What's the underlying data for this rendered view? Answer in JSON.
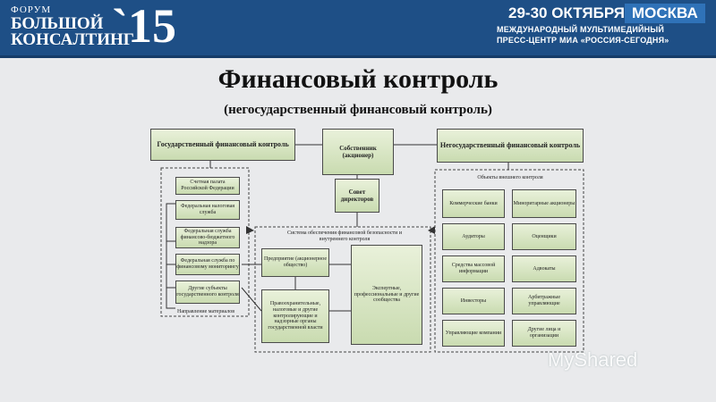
{
  "banner": {
    "forum": "ФОРУМ",
    "line2": "БОЛЬШОЙ",
    "line3": "КОНСАЛТИНГ",
    "number": "`15",
    "dates": "29-30 ОКТЯБРЯ",
    "city": "МОСКВА",
    "sub1": "МЕЖДУНАРОДНЫЙ МУЛЬТИМЕДИЙНЫЙ",
    "sub2": "ПРЕСС-ЦЕНТР МИА «РОССИЯ-СЕГОДНЯ»"
  },
  "title": "Финансовый контроль",
  "subtitle": "(негосударственный финансовый контроль)",
  "diagram": {
    "state_header": "Государственный финансовый контроль",
    "owner": "Собственник (акционер)",
    "nonstate_header": "Негосударственный финансовый контроль",
    "state_items": [
      "Счетная палата Российской Федерации",
      "Федеральная налоговая служба",
      "Федеральная служба финансово-бюджетного надзора",
      "Федеральная служба по финансовому мониторингу",
      "Другие субъекты государственного контроля"
    ],
    "materials_note": "Направление материалов",
    "board": "Совет директоров",
    "system_label": "Система обеспечения финансовой безопасности и внутреннего контроля",
    "enterprise": "Предприятие (акционерное общество)",
    "law_enforcement": "Правоохранительные, налоговые и другие контролирующие и надзорные органы государственной власти",
    "experts": "Экспертные, профессиональные и другие сообщества",
    "external_label": "Объекты внешнего контроля",
    "external_items": [
      "Коммерческие банки",
      "Миноритарные акционеры",
      "Аудиторы",
      "Оценщики",
      "Средства массовой информации",
      "Адвокаты",
      "Инвесторы",
      "Арбитражные управляющие",
      "Управляющие компании",
      "Другие лица и организации"
    ]
  },
  "watermark": "MyShared"
}
